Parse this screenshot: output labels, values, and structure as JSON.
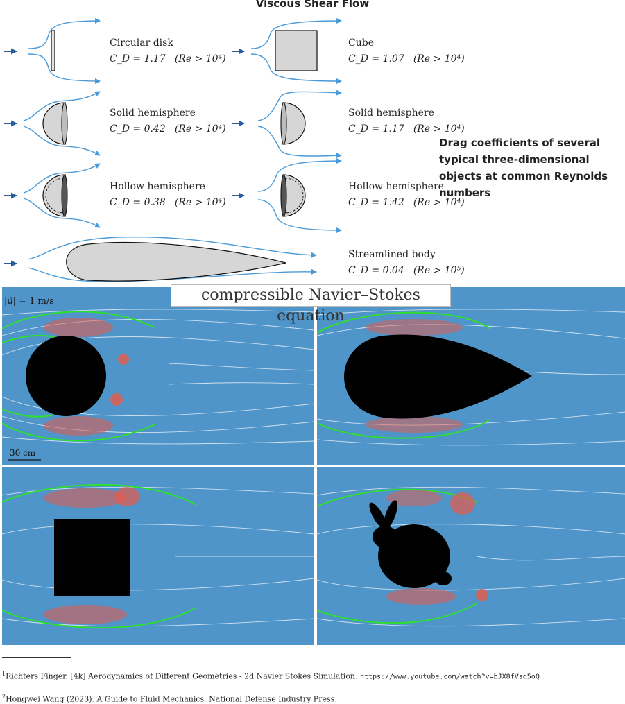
{
  "title": "Viscous Shear Flow",
  "objects": [
    {
      "name": "Circular disk",
      "cd": "C_D = 1.17",
      "re": "(Re > 10⁴)"
    },
    {
      "name": "Cube",
      "cd": "C_D = 1.07",
      "re": "(Re > 10⁴)"
    },
    {
      "name": "Solid hemisphere",
      "cd": "C_D = 0.42",
      "re": "(Re > 10⁴)"
    },
    {
      "name": "Solid hemisphere",
      "cd": "C_D = 1.17",
      "re": "(Re > 10⁴)"
    },
    {
      "name": "Hollow hemisphere",
      "cd": "C_D = 0.38",
      "re": "(Re > 10⁴)"
    },
    {
      "name": "Hollow hemisphere",
      "cd": "C_D = 1.42",
      "re": "(Re > 10⁴)"
    },
    {
      "name": "Streamlined body",
      "cd": "C_D = 0.04",
      "re": "(Re > 10⁵)"
    }
  ],
  "caption": "Drag coefficients of several typical three-dimensional objects at common Reynolds numbers",
  "simulation": {
    "banner": "compressible Navier–Stokes equation",
    "velocity_label": "|u⃗| = 1 m/s",
    "scale_label": "30 cm",
    "colors": {
      "background": "#4f95c9",
      "streamline": "#e6eef6",
      "vorticity_line": "#2ee02e",
      "high": "#e85a48",
      "body": "#000000"
    }
  },
  "footnotes": [
    {
      "mark": "1",
      "text": "Richters Finger. [4k] Aerodynamics of Different Geometries - 2d Navier Stokes Simulation. ",
      "url": "https://www.youtube.com/watch?v=bJX8fVsq5oQ"
    },
    {
      "mark": "2",
      "text": "Hongwei Wang (2023). A Guide to Fluid Mechanics. National Defense Industry Press."
    }
  ]
}
